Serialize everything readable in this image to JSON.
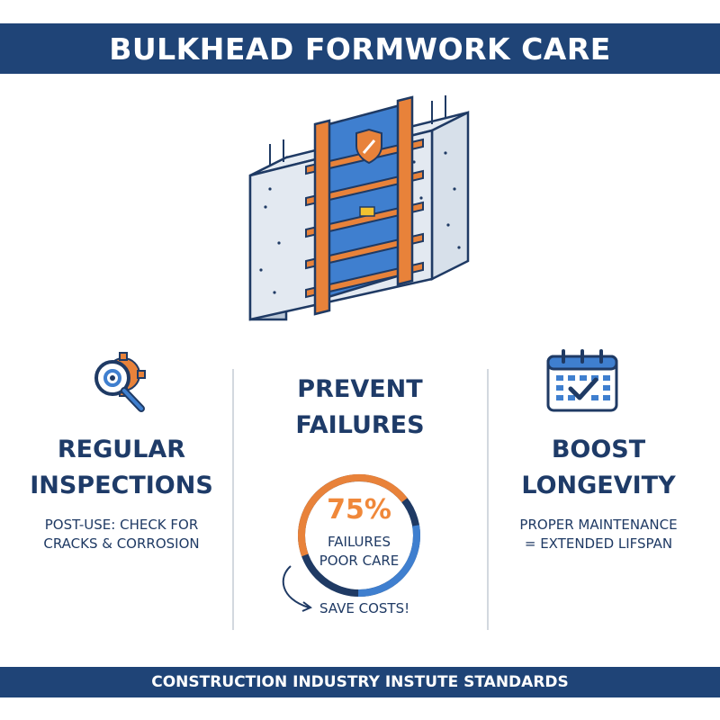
{
  "title": "BULKHEAD FORMWORK CARE",
  "columns": [
    {
      "heading": "REGULAR\nINSPECTIONS",
      "description": "POST-USE: CHECK FOR\nCRACKS & CORROSION",
      "icon": "magnifier-gear-icon"
    },
    {
      "heading": "PREVENT\nFAILURES",
      "stat": {
        "percent": "75%",
        "line1": "FAILURES",
        "line2": "POOR CARE",
        "fraction": 0.75
      },
      "callout": "SAVE COSTS!"
    },
    {
      "heading": "BOOST\nLONGEVITY",
      "description": "PROPER MAINTENANCE\n= EXTENDED LIFSPAN",
      "icon": "calendar-check-icon"
    }
  ],
  "footer": "CONSTRUCTION INDUSTRY INSTUTE STANDARDS",
  "colors": {
    "navy": "#1f4477",
    "orange": "#e8823a",
    "blue": "#3f7fcf",
    "concrete": "#dfe6ef"
  },
  "hero_icon": "bulkhead-formwork-illustration"
}
